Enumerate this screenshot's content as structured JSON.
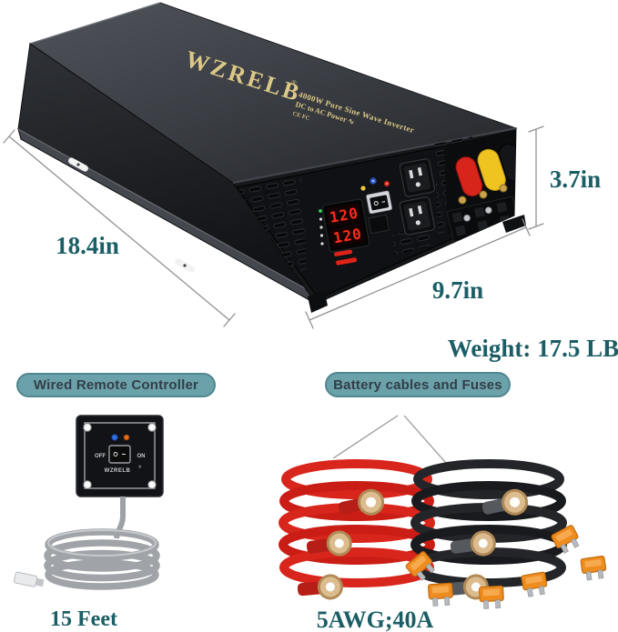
{
  "product": {
    "brand": "WZRELB",
    "registered_mark": "®",
    "top_label_line1": "4000W Pure Sine Wave Inverter",
    "top_label_line2": "DC to AC Power ∿",
    "top_label_line3": "CE FC",
    "display_top": "120",
    "display_bottom": "120"
  },
  "dimensions": {
    "length": "18.4in",
    "depth": "9.7in",
    "height": "3.7in",
    "weight": "Weight: 17.5 LB"
  },
  "sections": {
    "remote": {
      "title": "Wired Remote Controller",
      "cable_length": "15 Feet",
      "panel": {
        "off": "OFF",
        "on": "ON",
        "brand": "WZRELB",
        "reg": "®"
      }
    },
    "cables": {
      "title": "Battery cables and Fuses",
      "spec": "5AWG;40A"
    }
  },
  "colors": {
    "accent_text": "#1B5E66",
    "pill_bg": "#6BA2AA",
    "pill_border": "#50868F",
    "pill_text": "#333E49",
    "gold": "#DCC987",
    "display_digits": "#FF2B1B",
    "cable_red": "#CC1E16",
    "fuse_orange": "#EE8C1E",
    "coil_gray": "#A0A3A8",
    "body_black": "#1B1C1F"
  }
}
